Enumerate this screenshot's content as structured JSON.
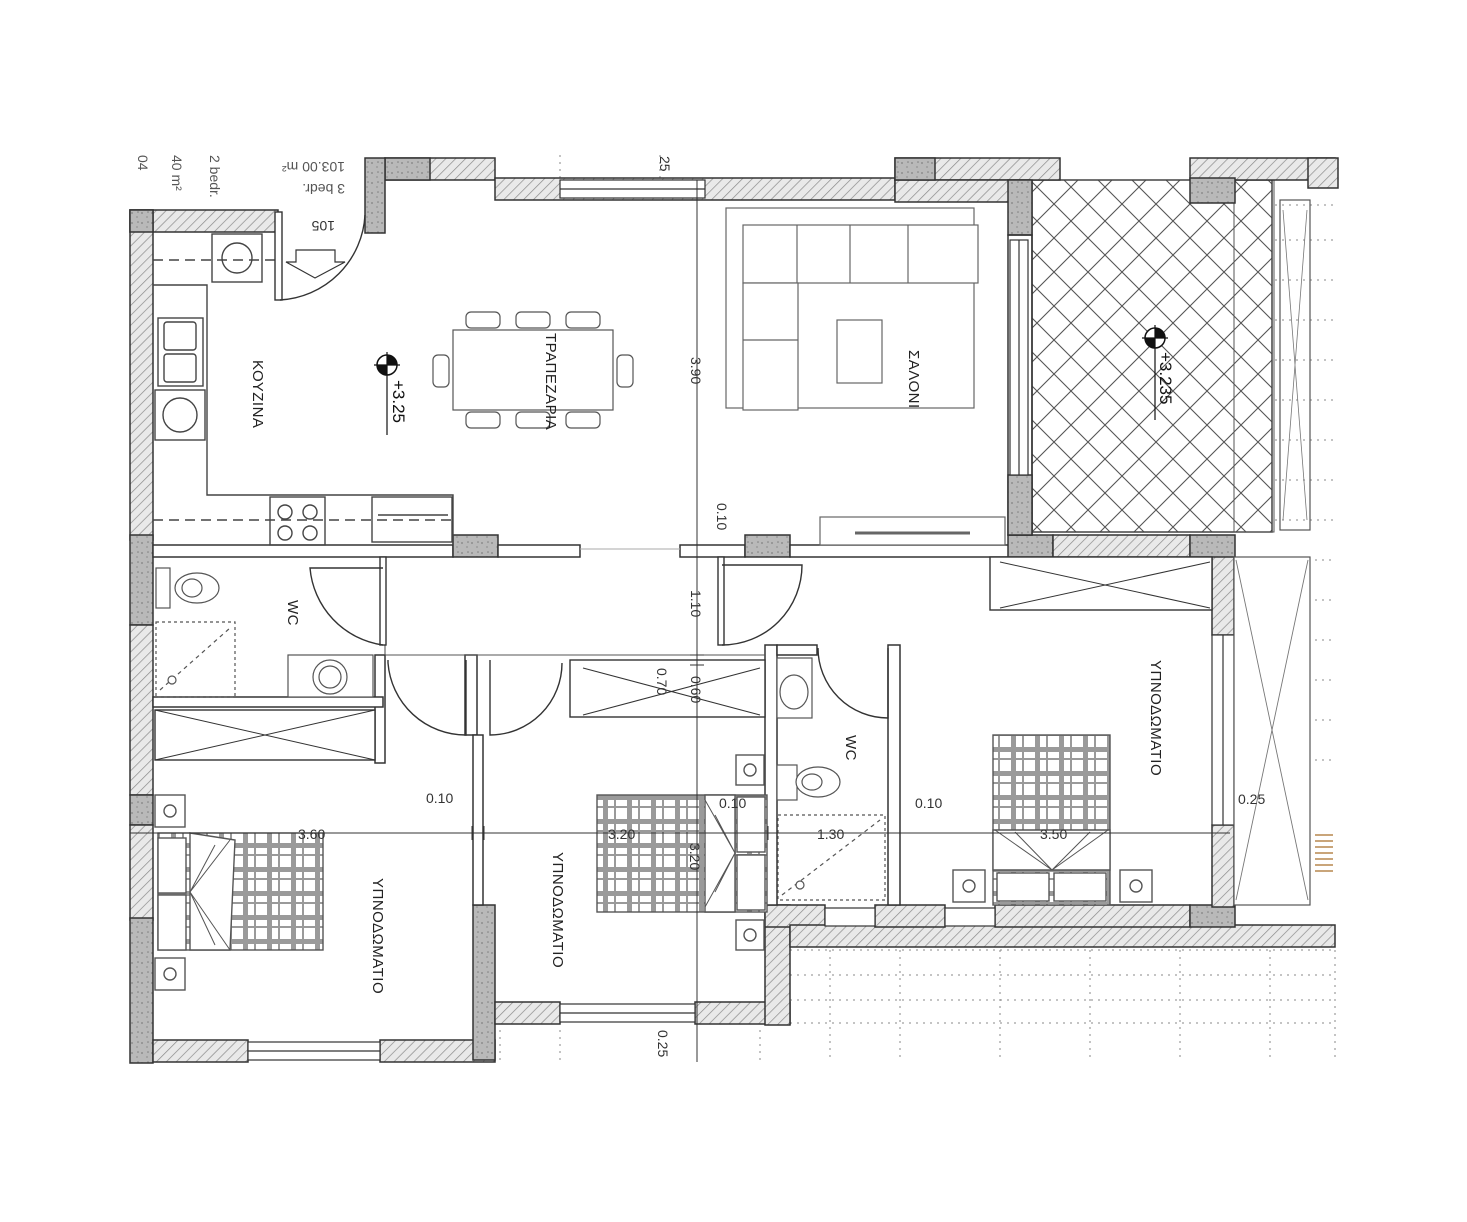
{
  "plan": {
    "corner_info": {
      "line1": "103.00 m²",
      "line2": "3 bedr.",
      "line3": "2 bedr.",
      "line4": "40 m²",
      "line5": "04"
    },
    "entrance_step": "105",
    "rooms": {
      "kitchen": "ΚΟΥΖΙΝΑ",
      "dining": "ΤΡΑΠΕΖΑΡΙΑ",
      "living": "ΣΑΛΟΝΙ",
      "wc_left": "WC",
      "wc_middle": "WC",
      "bedroom_left": "ΥΠΝΟΔΩΜΑΤΙΟ",
      "bedroom_middle": "ΥΠΝΟΔΩΜΑΤΙΟ",
      "bedroom_right": "ΥΠΝΟΔΩΜΑΤΙΟ"
    },
    "levels": {
      "main": "+3.25",
      "veranda": "+3.235"
    },
    "dimensions": {
      "top_25": "25",
      "depth_390": "3.90",
      "wall_010_top": "0.10",
      "corridor_110": "1.10",
      "closet_070": "0.70",
      "closet_060": "0.60",
      "wall_010_left": "0.10",
      "wall_010_mid": "0.10",
      "wall_010_right": "0.10",
      "wall_025_right": "0.25",
      "width_360": "3.60",
      "width_320": "3.20",
      "depth_320": "3.20",
      "width_130": "1.30",
      "width_350": "3.50",
      "bottom_025": "0.25"
    }
  }
}
